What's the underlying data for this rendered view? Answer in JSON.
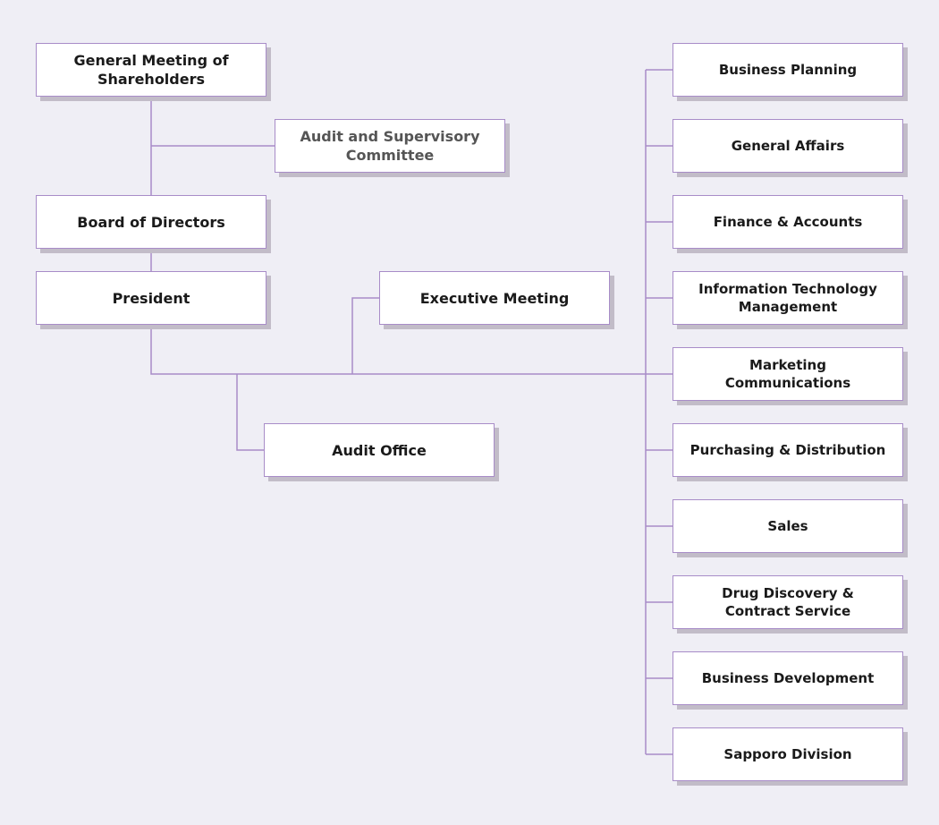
{
  "colors": {
    "background": "#efeef5",
    "line": "#a88cc8",
    "box_border": "#a88cc8",
    "box_fill": "#ffffff",
    "shadow": "#c2bcc8"
  },
  "governance": {
    "shareholders": "General Meeting of\nShareholders",
    "audit_committee": "Audit and Supervisory\nCommittee",
    "board": "Board of Directors",
    "president": "President",
    "executive_meeting": "Executive Meeting",
    "audit_office": "Audit Office"
  },
  "departments": [
    "Business Planning",
    "General Affairs",
    "Finance & Accounts",
    "Information Technology\nManagement",
    "Marketing\nCommunications",
    "Purchasing & Distribution",
    "Sales",
    "Drug Discovery &\nContract Service",
    "Business Development",
    "Sapporo Division"
  ]
}
